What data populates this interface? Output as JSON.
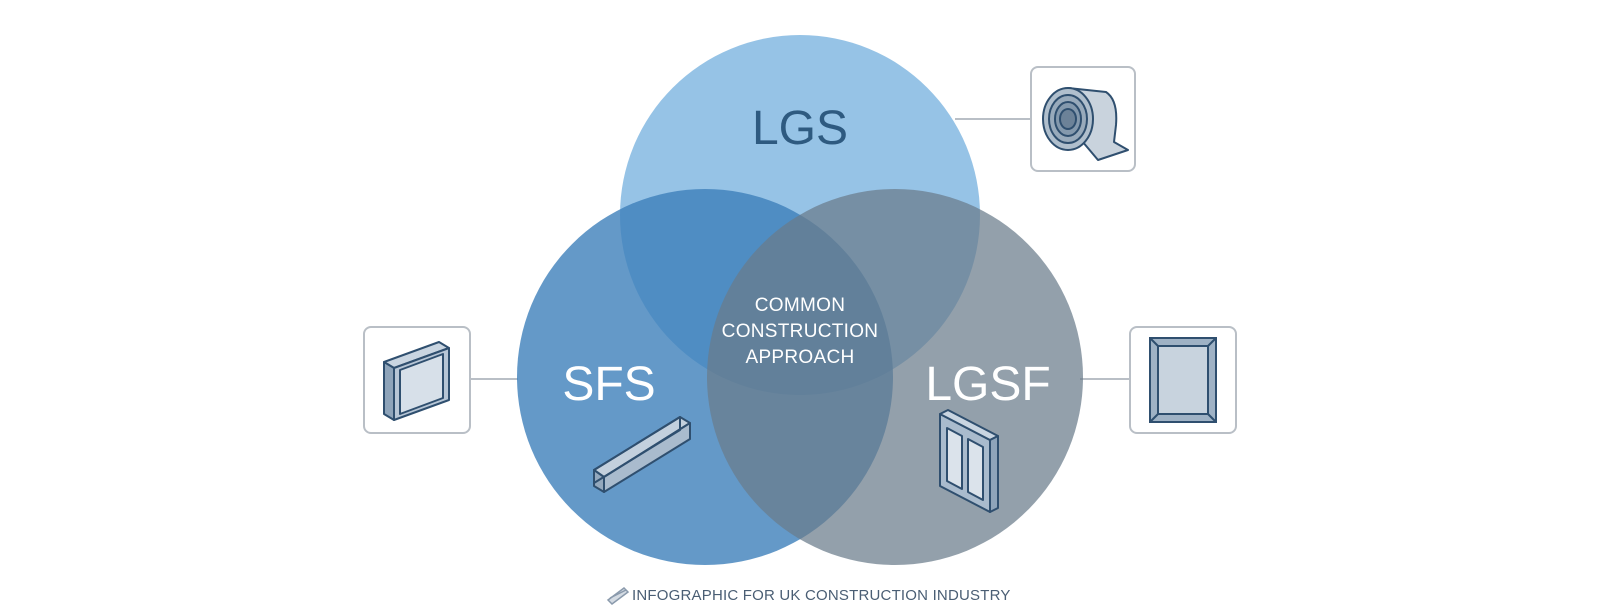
{
  "diagram": {
    "circles": [
      {
        "id": "lgs",
        "label": "LGS",
        "color": "#7fb6e0",
        "label_color": "#2e5a80",
        "icon": "steel-coil-icon"
      },
      {
        "id": "sfs",
        "label": "SFS",
        "color": "#3f80bb",
        "label_color": "#ffffff",
        "icon": "c-section-profile-icon",
        "inner_icon": "steel-channel-icon"
      },
      {
        "id": "lgsf",
        "label": "LGSF",
        "color": "#6f808f",
        "label_color": "#ffffff",
        "icon": "steel-frame-panel-icon",
        "inner_icon": "window-frame-icon"
      }
    ],
    "center": {
      "lines": [
        "COMMON",
        "CONSTRUCTION",
        "APPROACH"
      ],
      "color": "#ffffff"
    }
  },
  "footer": {
    "text": "INFOGRAPHIC FOR UK CONSTRUCTION INDUSTRY",
    "icon": "pencil-icon"
  },
  "colors": {
    "icon_box_border": "#b9bfc6",
    "connector": "#b9bfc6",
    "icon_stroke": "#2f4f6f",
    "icon_fill": "#b7c6d6"
  }
}
